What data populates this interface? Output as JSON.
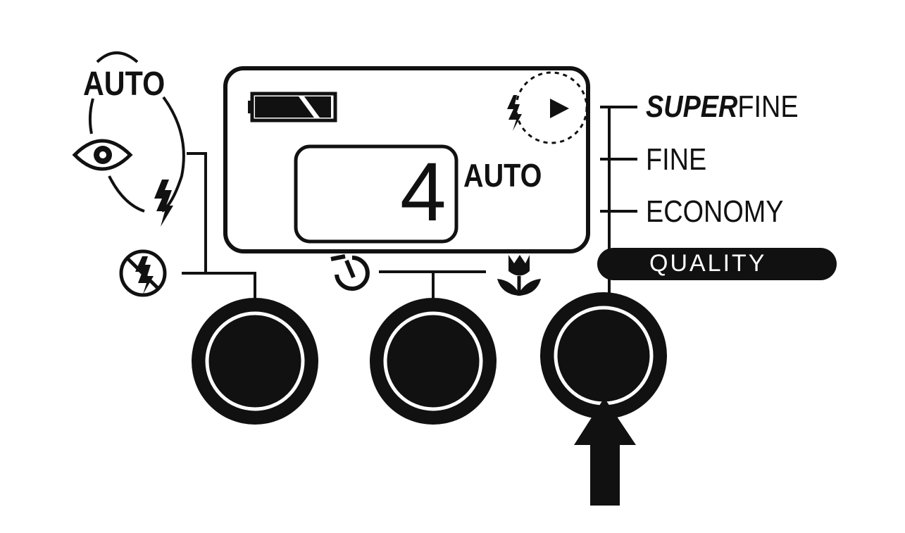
{
  "flash_mode": {
    "auto_label": "AUTO",
    "icons": [
      "eye-icon",
      "flash-icon",
      "flash-off-icon"
    ]
  },
  "lcd": {
    "frame_count": "4",
    "mode_label": "AUTO",
    "icons": [
      "battery-icon",
      "flash-small-icon",
      "play-icon"
    ]
  },
  "quality": {
    "options": [
      {
        "emphasis": "SUPER",
        "text": "FINE"
      },
      {
        "emphasis": "",
        "text": "FINE"
      },
      {
        "emphasis": "",
        "text": "ECONOMY"
      }
    ],
    "button_label": "QUALITY"
  },
  "middle_icons": [
    "self-timer-icon",
    "macro-flower-icon"
  ],
  "colors": {
    "ink": "#111111",
    "paper": "#ffffff"
  }
}
